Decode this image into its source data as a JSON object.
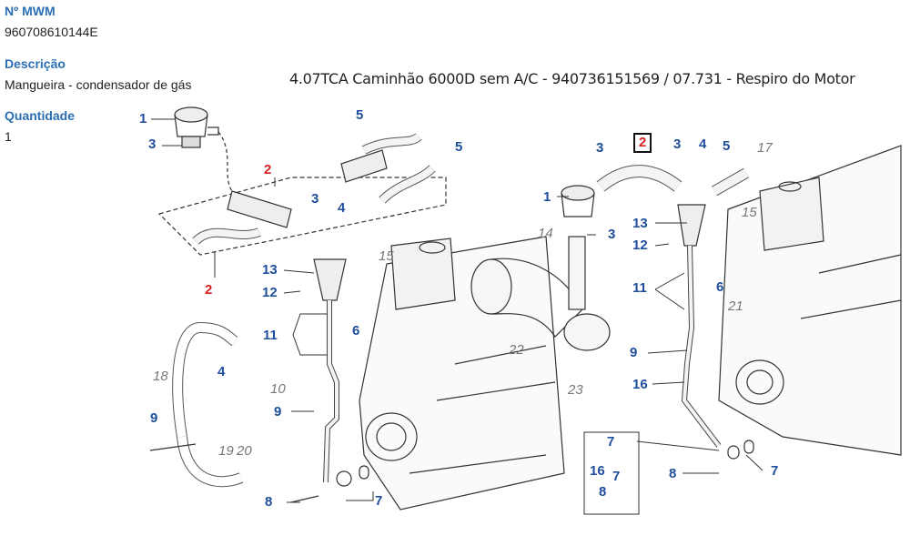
{
  "part": {
    "mwm_label": "Nº MWM",
    "mwm_value": "960708610144E",
    "description_label": "Descrição",
    "description_value": "Mangueira - condensador de gás",
    "quantity_label": "Quantidade",
    "quantity_value": "1"
  },
  "diagram": {
    "title": "4.07TCA Caminhão 6000D sem A/C - 940736151569  /  07.731 - Respiro do Motor",
    "callouts": [
      "1",
      "3",
      "2",
      "5",
      "5",
      "3",
      "4",
      "2",
      "13",
      "15",
      "12",
      "11",
      "6",
      "18",
      "4",
      "10",
      "9",
      "9",
      "19",
      "20",
      "8",
      "7",
      "14",
      "22",
      "23",
      "3",
      "2",
      "3",
      "4",
      "5",
      "17",
      "1",
      "3",
      "13",
      "12",
      "15",
      "11",
      "6",
      "21",
      "9",
      "16",
      "7",
      "16",
      "7",
      "8",
      "8",
      "7"
    ],
    "highlight_color": "#d42020",
    "callout_color": "#1f4e9c"
  }
}
